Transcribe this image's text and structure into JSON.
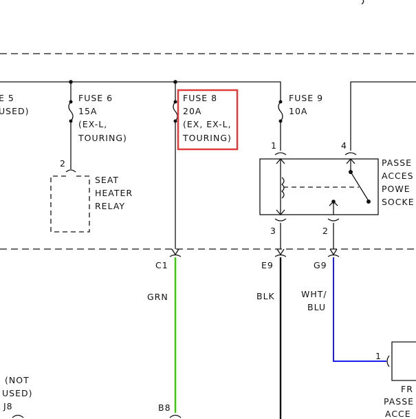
{
  "labels": {
    "fuse5_frag": "E 5",
    "used_frag": "USED)",
    "fuse6_name": "FUSE 6",
    "fuse6_rating": "15A",
    "fuse6_note1": "(EX-L,",
    "fuse6_note2": "TOURING)",
    "fuse8_name": "FUSE 8",
    "fuse8_rating": "20A",
    "fuse8_note1": "(EX, EX-L,",
    "fuse8_note2": "TOURING)",
    "fuse9_name": "FUSE 9",
    "fuse9_rating": "10A",
    "relay_pin": "2",
    "relay_line1": "SEAT",
    "relay_line2": "HEATER",
    "relay_line3": "RELAY",
    "socket_pin1": "1",
    "socket_pin4": "4",
    "socket_pin3": "3",
    "socket_pin2": "2",
    "socket_line1": "PASSE",
    "socket_line2": "ACCES",
    "socket_line3": "POWE",
    "socket_line4": "SOCKE",
    "conn_c1": "C1",
    "conn_e9": "E9",
    "conn_g9": "G9",
    "wire_grn": "GRN",
    "wire_blk": "BLK",
    "wire_wht": "WHT/",
    "wire_blu": "BLU",
    "lower_pin1": "1",
    "not_used1": "(NOT",
    "not_used2": "USED)",
    "conn_j8": "J8",
    "conn_b8": "B8",
    "bottom_line1": "FR",
    "bottom_line2": "PASSE",
    "bottom_line3": "ACCE"
  },
  "colors": {
    "line": "#111111",
    "grn_wire": "#33cc00",
    "blu_wire": "#1a1aee",
    "highlight": "#e03a3a"
  }
}
